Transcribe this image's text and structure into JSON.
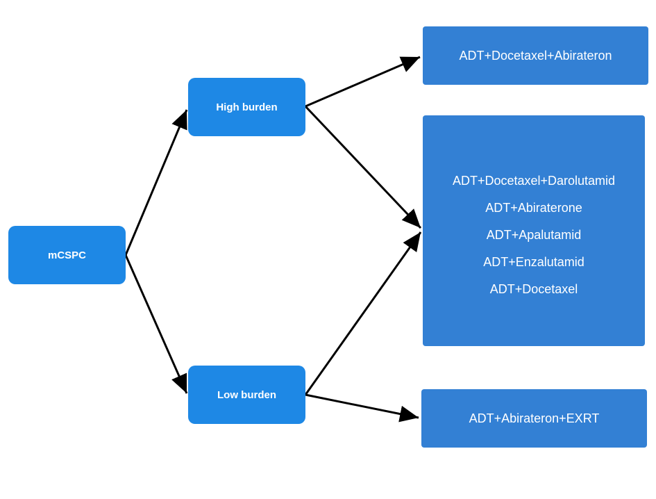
{
  "nodes": {
    "root": {
      "label": "mCSPC"
    },
    "high_burden": {
      "label": "High burden"
    },
    "low_burden": {
      "label": "Low burden"
    },
    "high_only": {
      "label": "ADT+Docetaxel+Abirateron"
    },
    "shared": {
      "items": [
        "ADT+Docetaxel+Darolutamid",
        "ADT+Abiraterone",
        "ADT+Apalutamid",
        "ADT+Enzalutamid",
        "ADT+Docetaxel"
      ]
    },
    "low_only": {
      "label": "ADT+Abirateron+EXRT"
    }
  },
  "colors": {
    "node_primary": "#1e88e5",
    "node_result": "#3380d4",
    "arrow": "#000000",
    "text": "#ffffff"
  }
}
